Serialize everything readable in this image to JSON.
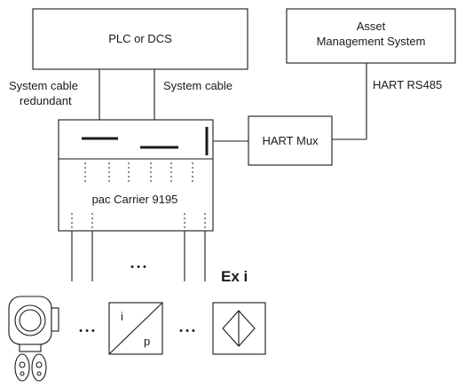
{
  "plc_box": {
    "label": "PLC or DCS"
  },
  "asset_box": {
    "line1": "Asset",
    "line2": "Management System"
  },
  "cable_redundant": {
    "line1": "System cable",
    "line2": "redundant"
  },
  "cable": {
    "label": "System cable"
  },
  "hart_rs485": {
    "label": "HART RS485"
  },
  "hart_mux": {
    "label": "HART Mux"
  },
  "carrier": {
    "label": "pac Carrier 9195"
  },
  "ellipsis": {
    "top": "• • •",
    "left": "• • •",
    "right": "• • •"
  },
  "ex_label": {
    "label": "Ex i"
  },
  "converter": {
    "top": "i",
    "bottom": "p"
  }
}
